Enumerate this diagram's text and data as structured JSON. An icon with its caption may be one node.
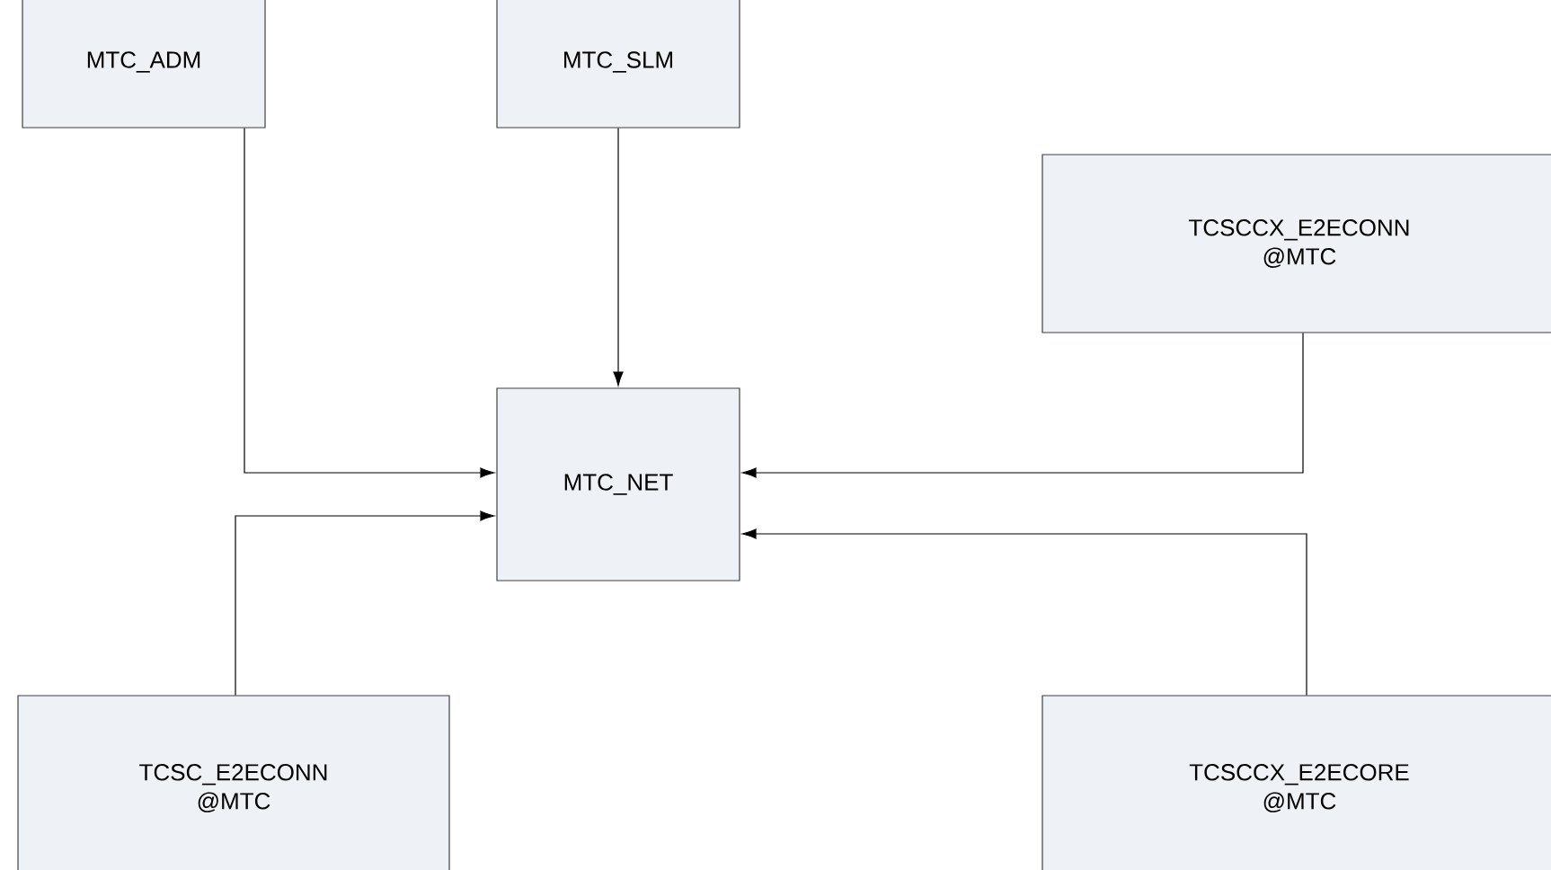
{
  "diagram": {
    "nodes": [
      {
        "text": [
          "MTC_ADM"
        ]
      },
      {
        "text": [
          "MTC_SLM"
        ]
      },
      {
        "text": [
          "TCSCCX_E2ECONN @MTC"
        ]
      },
      {
        "text": [
          "MTC_NET"
        ]
      },
      {
        "text": [
          "TCSC_E2ECONN @MTC"
        ]
      },
      {
        "text": [
          "TCSCCX_E2ECORE @MTC"
        ]
      }
    ],
    "edges": [
      {
        "from": 0,
        "to": 3,
        "arrow": "to"
      },
      {
        "from": 1,
        "to": 3,
        "arrow": "to"
      },
      {
        "from": 2,
        "to": 3,
        "arrow": "to"
      },
      {
        "from": 4,
        "to": 3,
        "arrow": "to"
      },
      {
        "from": 5,
        "to": 3,
        "arrow": "to"
      }
    ]
  }
}
